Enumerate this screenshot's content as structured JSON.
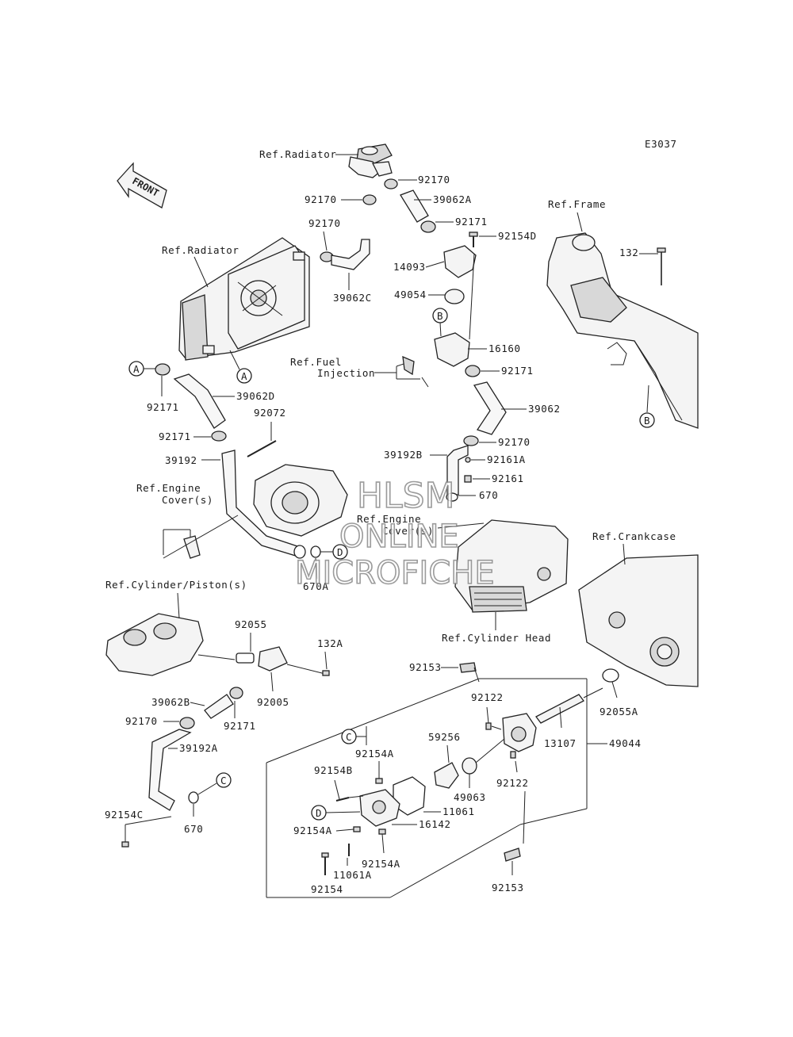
{
  "diagram_code": "E3037",
  "front_label": "FRONT",
  "watermark": {
    "line1": "HLSM",
    "line2": "ONLINE",
    "line3": "MICROFICHE"
  },
  "refs": {
    "radiator_top": "Ref.Radiator",
    "radiator": "Ref.Radiator",
    "frame": "Ref.Frame",
    "fuel_injection_1": "Ref.Fuel",
    "fuel_injection_2": "Injection",
    "engine_cover_left_1": "Ref.Engine",
    "engine_cover_left_2": "Cover(s)",
    "engine_cover_mid_1": "Ref.Engine",
    "engine_cover_mid_2": "Cover(s)",
    "crankcase": "Ref.Crankcase",
    "cylinder_piston": "Ref.Cylinder/Piston(s)",
    "cylinder_head": "Ref.Cylinder Head"
  },
  "callouts": {
    "A": "A",
    "B": "B",
    "C": "C",
    "D": "D"
  },
  "parts": {
    "p92170_top": "92170",
    "p92170_left": "92170",
    "p92170_left2": "92170",
    "p39062A": "39062A",
    "p92171_top": "92171",
    "p92154D": "92154D",
    "p14093": "14093",
    "p39062C": "39062C",
    "p49054": "49054",
    "p16160": "16160",
    "p92171_mid": "92171",
    "p132": "132",
    "p92171_a": "92171",
    "p39062D": "39062D",
    "p92072": "92072",
    "p92171_b": "92171",
    "p39192": "39192",
    "p39062": "39062",
    "p92170_mid": "92170",
    "p39192B": "39192B",
    "p92161A": "92161A",
    "p92161": "92161",
    "p670": "670",
    "p670A": "670A",
    "p92055": "92055",
    "p132A": "132A",
    "p92153_top": "92153",
    "p92122_top": "92122",
    "p92055A": "92055A",
    "p39062B": "39062B",
    "p92005": "92005",
    "p92171_low": "92171",
    "p92170_low": "92170",
    "p39192A": "39192A",
    "p92154A_top": "92154A",
    "p59256": "59256",
    "p13107": "13107",
    "p49044": "49044",
    "p92154B": "92154B",
    "p49063": "49063",
    "p92122_low": "92122",
    "p11061": "11061",
    "p16142": "16142",
    "p92154A_mid": "92154A",
    "p92154A_low": "92154A",
    "p92154C": "92154C",
    "p670_low": "670",
    "p11061A": "11061A",
    "p92154": "92154",
    "p92153_low": "92153"
  }
}
